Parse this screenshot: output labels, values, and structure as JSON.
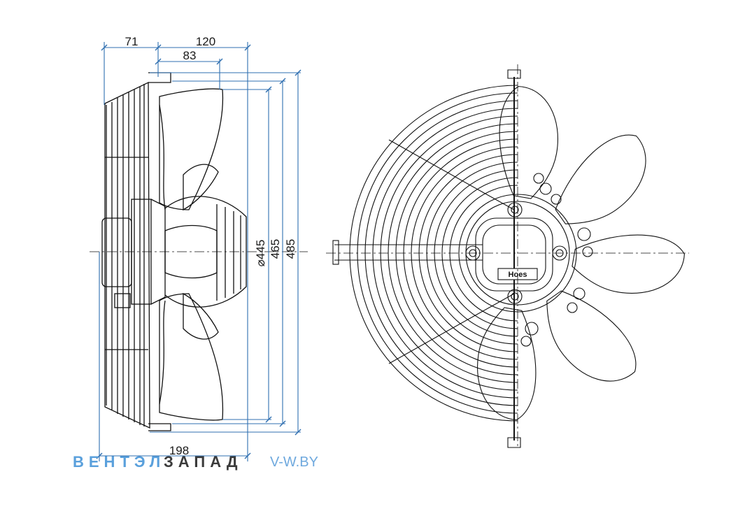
{
  "dimensions": {
    "d71": "71",
    "d120": "120",
    "d83": "83",
    "d445": "⌀445",
    "d465": "465",
    "d485": "485",
    "d198": "198"
  },
  "watermark": {
    "brand_left": "ВЕНТЭЛ",
    "brand_right": "ЗАПАД",
    "site": "V-W.BY"
  },
  "logo": {
    "text": "Hoes"
  },
  "colors": {
    "dimension_line": "#2f6fb0",
    "outline": "#111111",
    "brand_light": "#5aa0dc",
    "brand_dark": "#3b3b3b",
    "site": "#6fa9de"
  },
  "front_view": {
    "blade_count": 5,
    "guard_ring_count": 14
  }
}
